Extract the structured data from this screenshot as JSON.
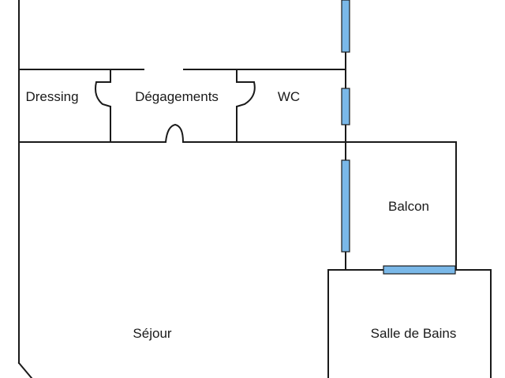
{
  "plan": {
    "rooms": {
      "dressing": "Dressing",
      "degagements": "Dégagements",
      "wc": "WC",
      "balcon": "Balcon",
      "sejour": "Séjour",
      "salle_de_bains": "Salle de Bains"
    },
    "colors": {
      "wall": "#1a1a1a",
      "window": "#7ab8e8",
      "background": "#ffffff"
    }
  }
}
